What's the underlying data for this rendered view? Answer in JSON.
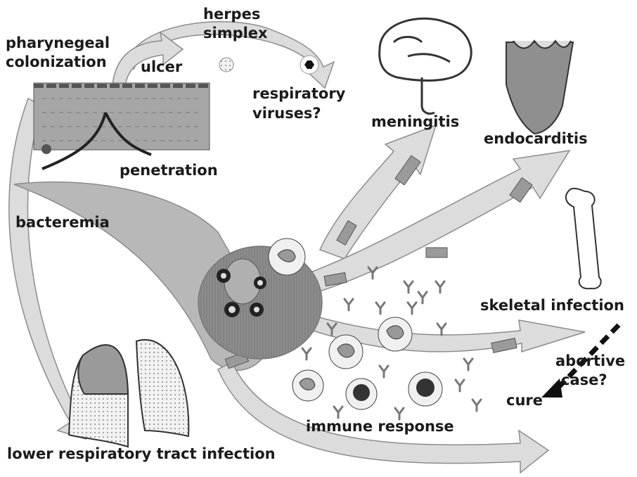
{
  "labels": {
    "herpes": "herpes",
    "simplex": "simplex",
    "pharyngeal_line1": "pharynegeal",
    "pharyngeal_line2": "colonization",
    "ulcer": "ulcer",
    "respiratory_line1": "respiratory",
    "respiratory_line2": "viruses?",
    "meningitis": "meningitis",
    "endocarditis": "endocarditis",
    "penetration": "penetration",
    "bacteremia": "bacteremia",
    "skeletal_infection": "skeletal infection",
    "abortive_line1": "abortive",
    "abortive_line2": "case?",
    "cure": "cure",
    "immune_response": "immune response",
    "lower_respiratory": "lower respiratory tract infection"
  },
  "icons": {
    "brain": "brain-icon",
    "heart": "heart-icon",
    "bone": "bone-icon",
    "lungs": "lungs-icon",
    "virus": "virus-icon",
    "antibody": "antibody-icon",
    "phagocyte": "phagocyte-icon",
    "bacterium": "bacterium-icon"
  },
  "colors": {
    "arrow_fill": "#d9d9d9",
    "arrow_stroke": "#8c8c8c",
    "tissue": "#9a9a9a",
    "text": "#1a1a1a"
  }
}
